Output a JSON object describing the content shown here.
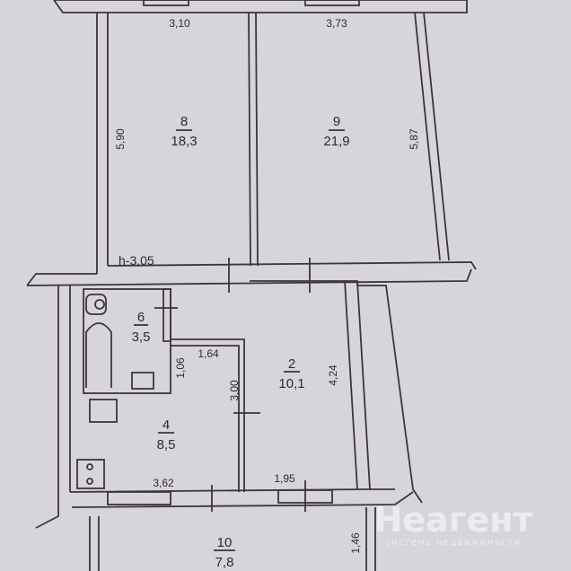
{
  "rooms": [
    {
      "number": "8",
      "area": "18,3"
    },
    {
      "number": "9",
      "area": "21,9"
    },
    {
      "number": "6",
      "area": "3,5"
    },
    {
      "number": "2",
      "area": "10,1"
    },
    {
      "number": "4",
      "area": "8,5"
    },
    {
      "number": "10",
      "area": "7,8"
    }
  ],
  "dimensions": {
    "room8_width": "3,10",
    "room9_width": "3,73",
    "room8_height": "5,90",
    "room9_height": "5,87",
    "ceiling_height": "h-3,05",
    "partition_width": "1,64",
    "partition_height": "1,06",
    "room4_inner_height": "3,00",
    "room2_height": "4,24",
    "room4_width": "3,62",
    "room2_width": "1,95",
    "room10_height": "1,46"
  },
  "watermark": {
    "brand": "Неагент",
    "tagline": "система недвижимости"
  },
  "colors": {
    "paper": "#d8d4db",
    "ink": "#3a3540"
  }
}
